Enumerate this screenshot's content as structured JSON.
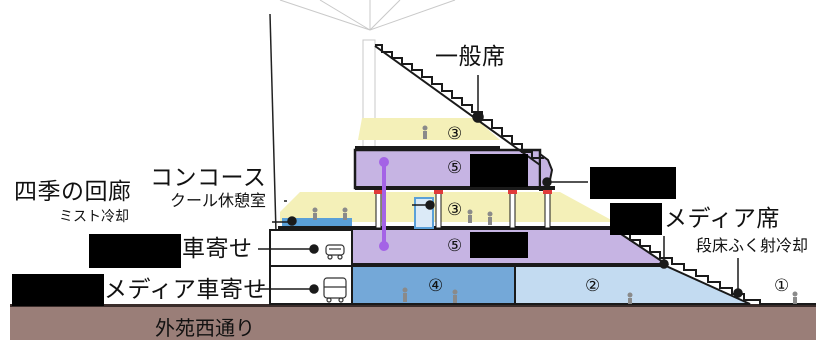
{
  "labels": {
    "general_seats": "一般席",
    "concourse": "コンコース",
    "cool_rest_room": "クール休憩室",
    "four_seasons_corridor": "四季の回廊",
    "mist_cooling": "ミスト冷却",
    "car_drop": "車寄せ",
    "media_car_drop": "メディア車寄せ",
    "media_seats": "メディア席",
    "step_floor_cooling": "段床ふく射冷却",
    "street": "外苑西通り"
  },
  "zone_numbers": {
    "n1": "①",
    "n2": "②",
    "n3_upper": "③",
    "n3_lower": "③",
    "n4": "④",
    "n5_upper": "⑤",
    "n5_lower": "⑤"
  },
  "colors": {
    "purple_zone": "#c6b4e3",
    "blue_zone": "#74a8d8",
    "light_blue_zone": "#c3dbf1",
    "yellow_zone": "#f4f0b8",
    "ground": "#9a7e78",
    "elevator": "#a463e6",
    "structure": "#1a1a1a"
  },
  "icons": [
    "car-icon",
    "bus-icon",
    "elevator-icon",
    "vent-icon"
  ]
}
